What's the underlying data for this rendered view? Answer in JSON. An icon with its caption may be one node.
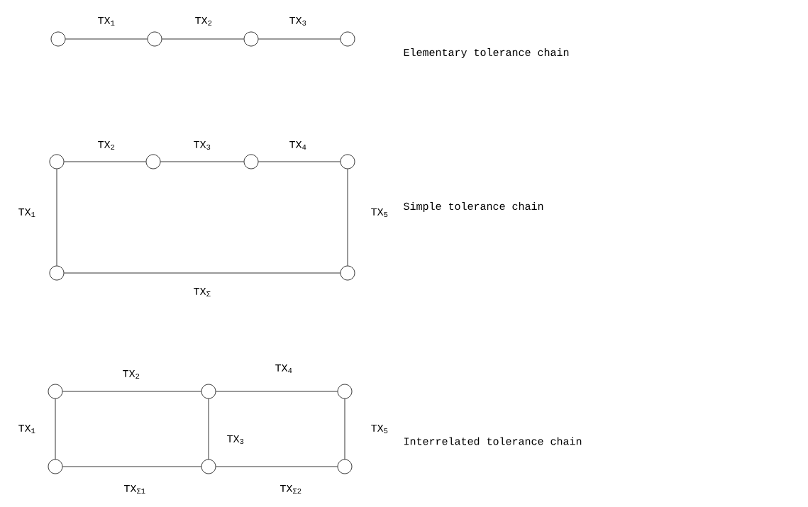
{
  "diagram": {
    "nodes": [
      {
        "text": [],
        "shape": "circle"
      },
      {
        "text": [],
        "shape": "circle"
      },
      {
        "text": [],
        "shape": "circle"
      },
      {
        "text": [],
        "shape": "circle"
      },
      {
        "text": [],
        "shape": "circle"
      },
      {
        "text": [],
        "shape": "circle"
      },
      {
        "text": [],
        "shape": "circle"
      },
      {
        "text": [],
        "shape": "circle"
      },
      {
        "text": [],
        "shape": "circle"
      },
      {
        "text": [],
        "shape": "circle"
      },
      {
        "text": [],
        "shape": "circle"
      },
      {
        "text": [],
        "shape": "circle"
      },
      {
        "text": [],
        "shape": "circle"
      },
      {
        "text": [],
        "shape": "circle"
      },
      {
        "text": [],
        "shape": "circle"
      },
      {
        "text": [],
        "shape": "circle"
      }
    ],
    "edges": [
      {
        "from": 0,
        "to": 1,
        "arrow": "none",
        "label": "TX$_{1}$"
      },
      {
        "from": 1,
        "to": 2,
        "arrow": "none",
        "label": "TX$_{2}$"
      },
      {
        "from": 2,
        "to": 3,
        "arrow": "none",
        "label": "TX$_{3}$"
      },
      {
        "from": 4,
        "to": 5,
        "arrow": "none",
        "label": "TX$_{2}$"
      },
      {
        "from": 5,
        "to": 6,
        "arrow": "none",
        "label": "TX$_{3}$"
      },
      {
        "from": 6,
        "to": 7,
        "arrow": "none",
        "label": "TX$_{4}$"
      },
      {
        "from": 4,
        "to": 8,
        "arrow": "none",
        "label": "TX$_{1}$"
      },
      {
        "from": 7,
        "to": 9,
        "arrow": "none",
        "label": "TX$_{5}$"
      },
      {
        "from": 8,
        "to": 9,
        "arrow": "none",
        "label": "TX$_{Σ}$"
      },
      {
        "from": 10,
        "to": 11,
        "arrow": "none",
        "label": "TX$_{2}$"
      },
      {
        "from": 11,
        "to": 12,
        "arrow": "none",
        "label": "TX$_{4}$"
      },
      {
        "from": 10,
        "to": 13,
        "arrow": "none",
        "label": "TX$_{1}$"
      },
      {
        "from": 11,
        "to": 14,
        "arrow": "none",
        "label": "TX$_{3}$"
      },
      {
        "from": 12,
        "to": 15,
        "arrow": "none",
        "label": "TX$_{5}$"
      },
      {
        "from": 13,
        "to": 14,
        "arrow": "none",
        "label": "TX$_{Σ1}$"
      },
      {
        "from": 14,
        "to": 15,
        "arrow": "none",
        "label": "TX$_{Σ2}$"
      }
    ],
    "labels": [
      "Elementary tolerance chain",
      "Simple tolerance chain",
      "Interrelated tolerance chain"
    ]
  }
}
